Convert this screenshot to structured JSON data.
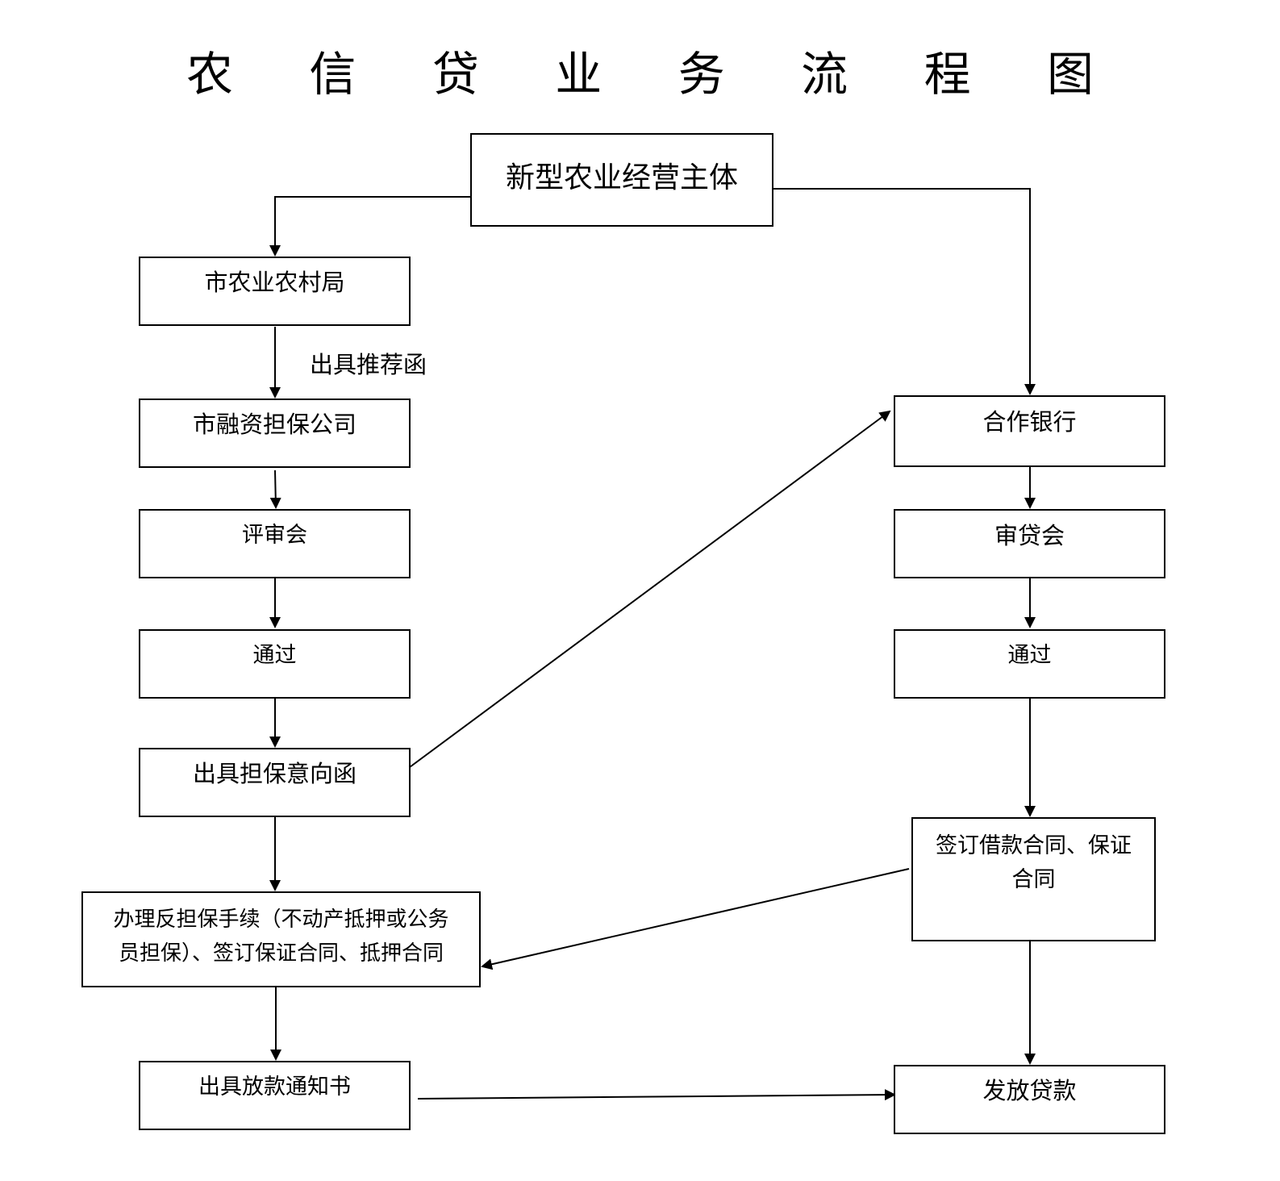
{
  "title": "农 信 贷 业 务 流 程 图",
  "nodes": {
    "main_entity": "新型农业经营主体",
    "agri_bureau": "市农业农村局",
    "guarantee_company": "市融资担保公司",
    "review_committee": "评审会",
    "pass_left": "通过",
    "guarantee_intent": "出具担保意向函",
    "counter_guarantee": "办理反担保手续（不动产抵押或公务\n员担保）、签订保证合同、抵押合同",
    "loan_notice": "出具放款通知书",
    "partner_bank": "合作银行",
    "loan_committee": "审贷会",
    "pass_right": "通过",
    "sign_contracts": "签订借款合同、保证\n合同",
    "disburse": "发放贷款"
  },
  "edge_labels": {
    "recommendation": "出具推荐函"
  }
}
